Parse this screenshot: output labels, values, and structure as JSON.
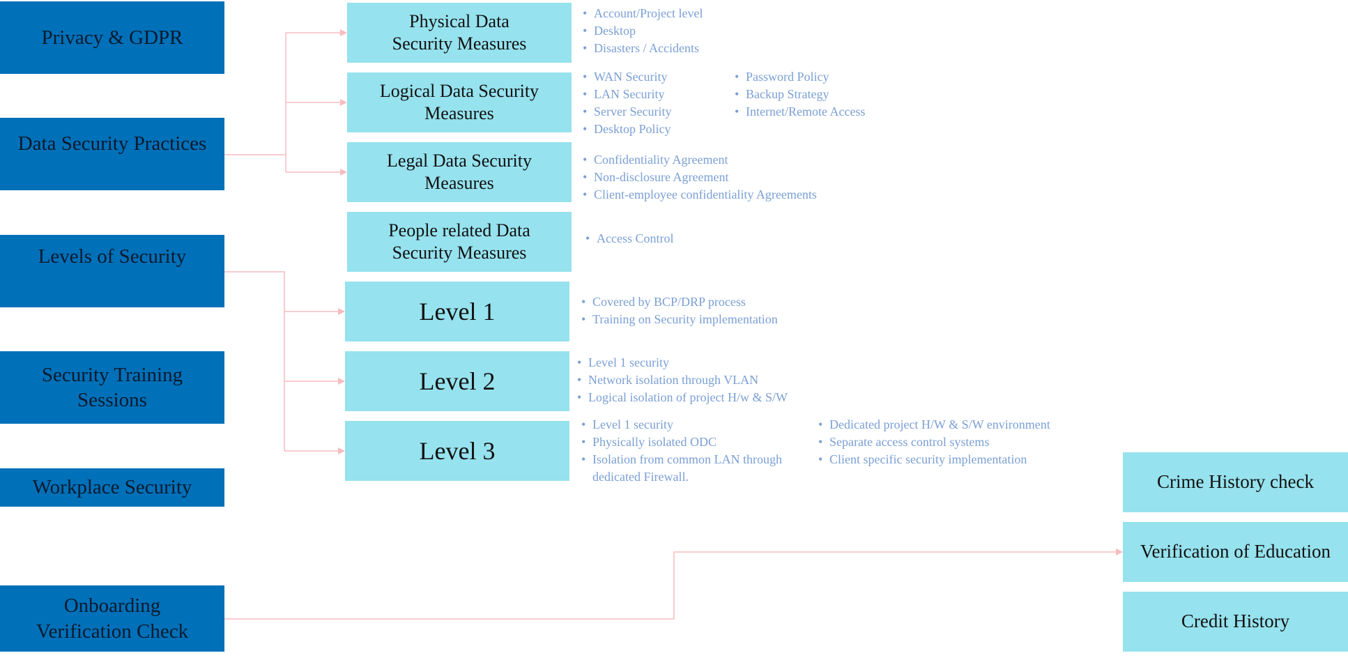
{
  "left_topics": [
    {
      "label": "Privacy & GDPR"
    },
    {
      "label": "Data Security Practices"
    },
    {
      "label": "Levels of Security"
    },
    {
      "label": "Security Training Sessions"
    },
    {
      "label": "Workplace Security"
    },
    {
      "label": "Onboarding Verification Check"
    }
  ],
  "measures": [
    {
      "label": "Physical Data Security Measures",
      "bullets": [
        "Account/Project level",
        "Desktop",
        "Disasters / Accidents"
      ]
    },
    {
      "label": "Logical Data Security Measures",
      "bullets": [
        "WAN Security",
        "LAN Security",
        "Server Security",
        "Desktop Policy"
      ],
      "bullets_2": [
        "Password Policy",
        "Backup Strategy",
        "Internet/Remote Access"
      ]
    },
    {
      "label": "Legal Data Security Measures",
      "bullets": [
        "Confidentiality Agreement",
        "Non-disclosure Agreement",
        "Client-employee confidentiality Agreements"
      ]
    },
    {
      "label": "People related Data Security Measures",
      "bullets": [
        "Access Control"
      ]
    }
  ],
  "levels": [
    {
      "label": "Level 1",
      "bullets": [
        "Covered by BCP/DRP process",
        "Training on Security implementation"
      ]
    },
    {
      "label": "Level 2",
      "bullets": [
        "Level 1 security",
        "Network isolation through VLAN",
        "Logical isolation of project H/w & S/W"
      ]
    },
    {
      "label": "Level 3",
      "bullets": [
        "Level 1 security",
        "Physically isolated ODC",
        "Isolation from common LAN through dedicated Firewall."
      ],
      "bullets_2": [
        "Dedicated project H/W & S/W environment",
        "Separate access control systems",
        "Client specific security implementation"
      ]
    }
  ],
  "verification_checks": [
    {
      "label": "Crime History check"
    },
    {
      "label": "Verification of Education"
    },
    {
      "label": "Credit History"
    }
  ],
  "colors": {
    "topic_fill": "#0070B8",
    "subtopic_fill": "#96E2EE",
    "bullet_text": "#7A9FD4",
    "connector": "#F6BCC0"
  }
}
